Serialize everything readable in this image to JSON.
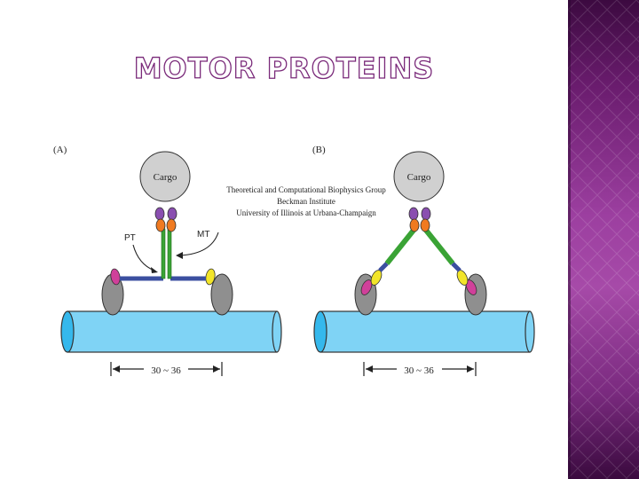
{
  "slide": {
    "title": "MOTOR PROTEINS"
  },
  "figure": {
    "panel_a": {
      "label": "(A)",
      "cargo": "Cargo",
      "pt_label": "PT",
      "mt_label": "MT",
      "distance": "30 ~ 36"
    },
    "panel_b": {
      "label": "(B)",
      "cargo": "Cargo",
      "distance": "30 ~ 36"
    },
    "credit": {
      "line1": "Theoretical and Computational Biophysics Group",
      "line2": "Beckman Institute",
      "line3": "University of Illinois at Urbana-Champaign"
    }
  },
  "colors": {
    "side_band": "#8e3592",
    "title_outline": "#7a2a7a",
    "microtubule": "#7fd3f5",
    "cargo": "#d0d0d0",
    "purple_domain": "#8a4fb0",
    "orange_domain": "#f07a20",
    "green_stalk": "#3aa335",
    "blue_neck": "#3b4fa0",
    "yellow_domain": "#f2e52a",
    "pink_domain": "#d0409a",
    "motor_head": "#8f8f8f"
  }
}
